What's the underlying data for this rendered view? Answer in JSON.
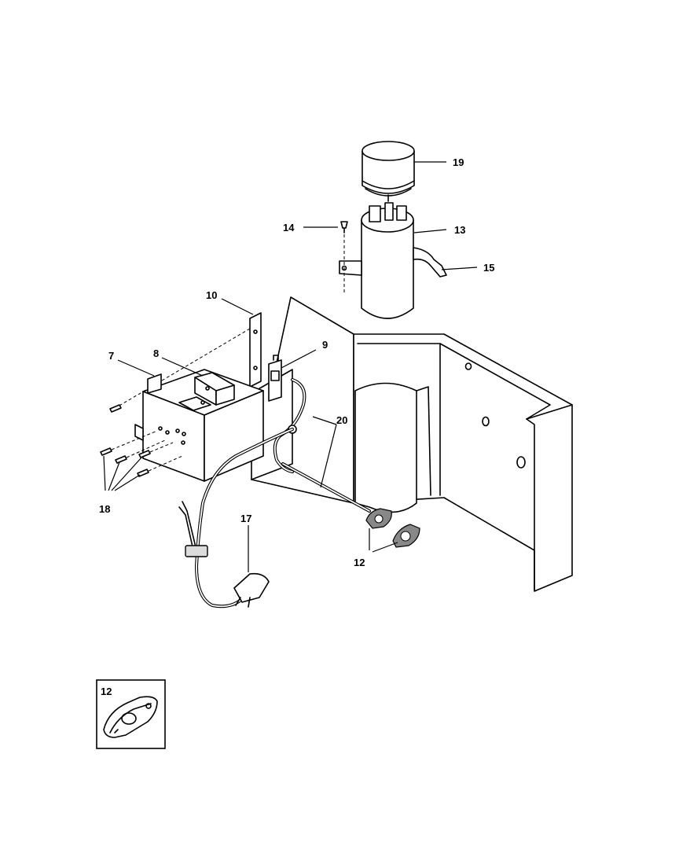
{
  "callouts": {
    "c19": "19",
    "c14": "14",
    "c13": "13",
    "c15": "15",
    "c10": "10",
    "c9": "9",
    "c7": "7",
    "c8": "8",
    "c20": "20",
    "c18": "18",
    "c17": "17",
    "c12": "12"
  },
  "inset": {
    "label": "12"
  }
}
